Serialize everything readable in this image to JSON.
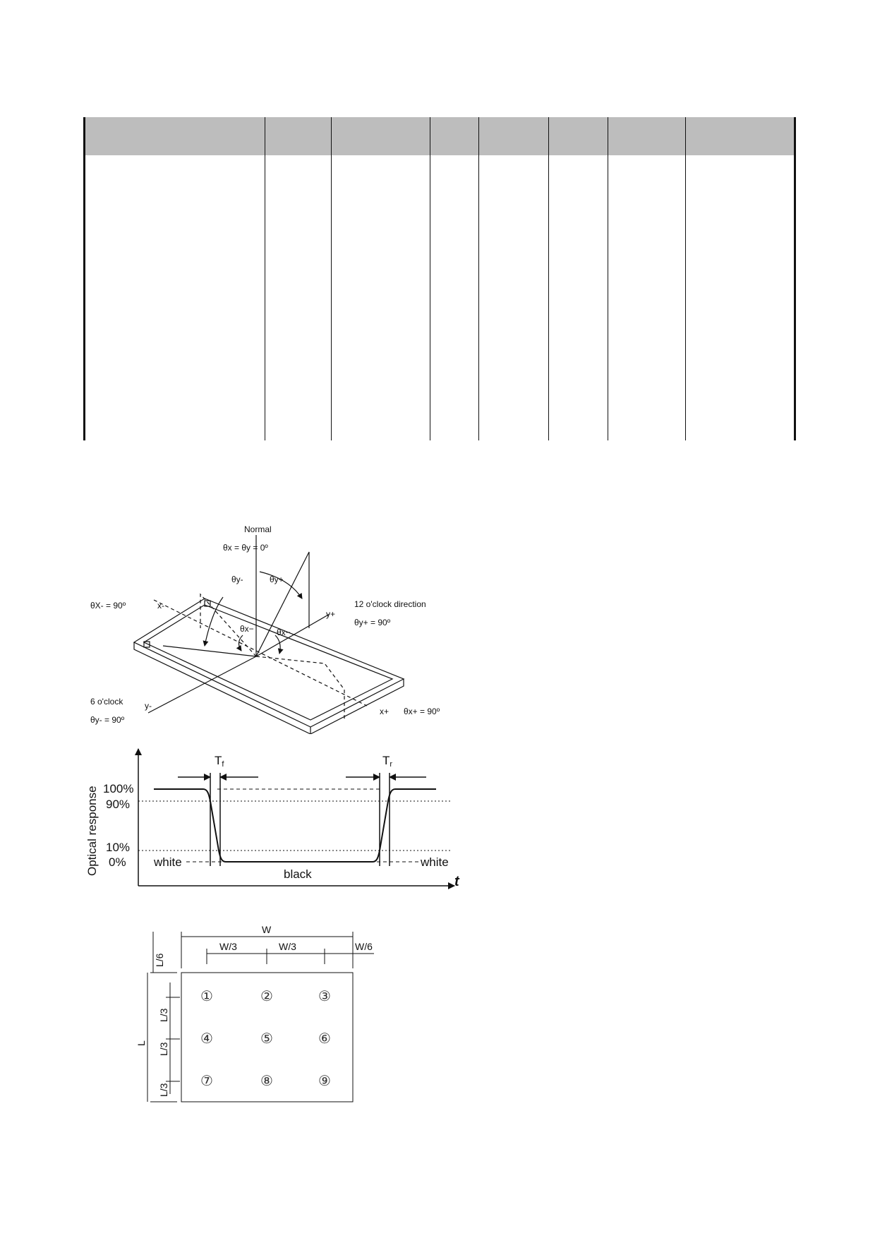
{
  "viewing_angle": {
    "normal": "Normal",
    "normal_eq": "θx = θy = 0º",
    "theta_y_minus": "θy-",
    "theta_y_plus": "θy+",
    "theta_x_minus_left": "θX- = 90º",
    "x_minus": "x-",
    "x_plus": "x+",
    "y_plus": "y+",
    "y_minus": "y-",
    "twelve_oclock": "12 o'clock direction",
    "theta_y_plus_eq": "θy+ = 90º",
    "theta_x_inner_1": "θx−",
    "theta_x_inner_2": "θx−",
    "six_oclock": "6 o'clock",
    "theta_y_minus_eq": "θy- = 90º",
    "theta_x_plus_eq": "θx+ = 90º"
  },
  "response_time": {
    "y_axis_label": "Optical response",
    "t_axis": "t",
    "pct_100": "100%",
    "pct_90": "90%",
    "pct_10": "10%",
    "pct_0": "0%",
    "tf": "T",
    "tf_sub": "f",
    "tr": "T",
    "tr_sub": "r",
    "white_left": "white",
    "black": "black",
    "white_right": "white"
  },
  "measure_points": {
    "w": "W",
    "w3a": "W/3",
    "w3b": "W/3",
    "w6": "W/6",
    "l6": "L/6",
    "l": "L",
    "l3a": "L/3",
    "l3b": "L/3",
    "l3c": "L/3",
    "points": [
      "①",
      "②",
      "③",
      "④",
      "⑤",
      "⑥",
      "⑦",
      "⑧",
      "⑨"
    ]
  }
}
